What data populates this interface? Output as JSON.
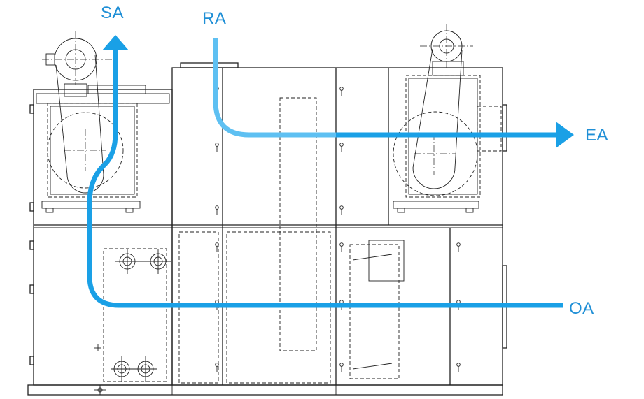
{
  "labels": {
    "supply_air": "SA",
    "return_air": "RA",
    "exhaust_air": "EA",
    "outdoor_air": "OA"
  },
  "colors": {
    "duct_flow": "#1aa0e6",
    "return_flow": "#5ec0f2",
    "label_text": "#1f8fd6",
    "drawing_line": "#222222"
  }
}
